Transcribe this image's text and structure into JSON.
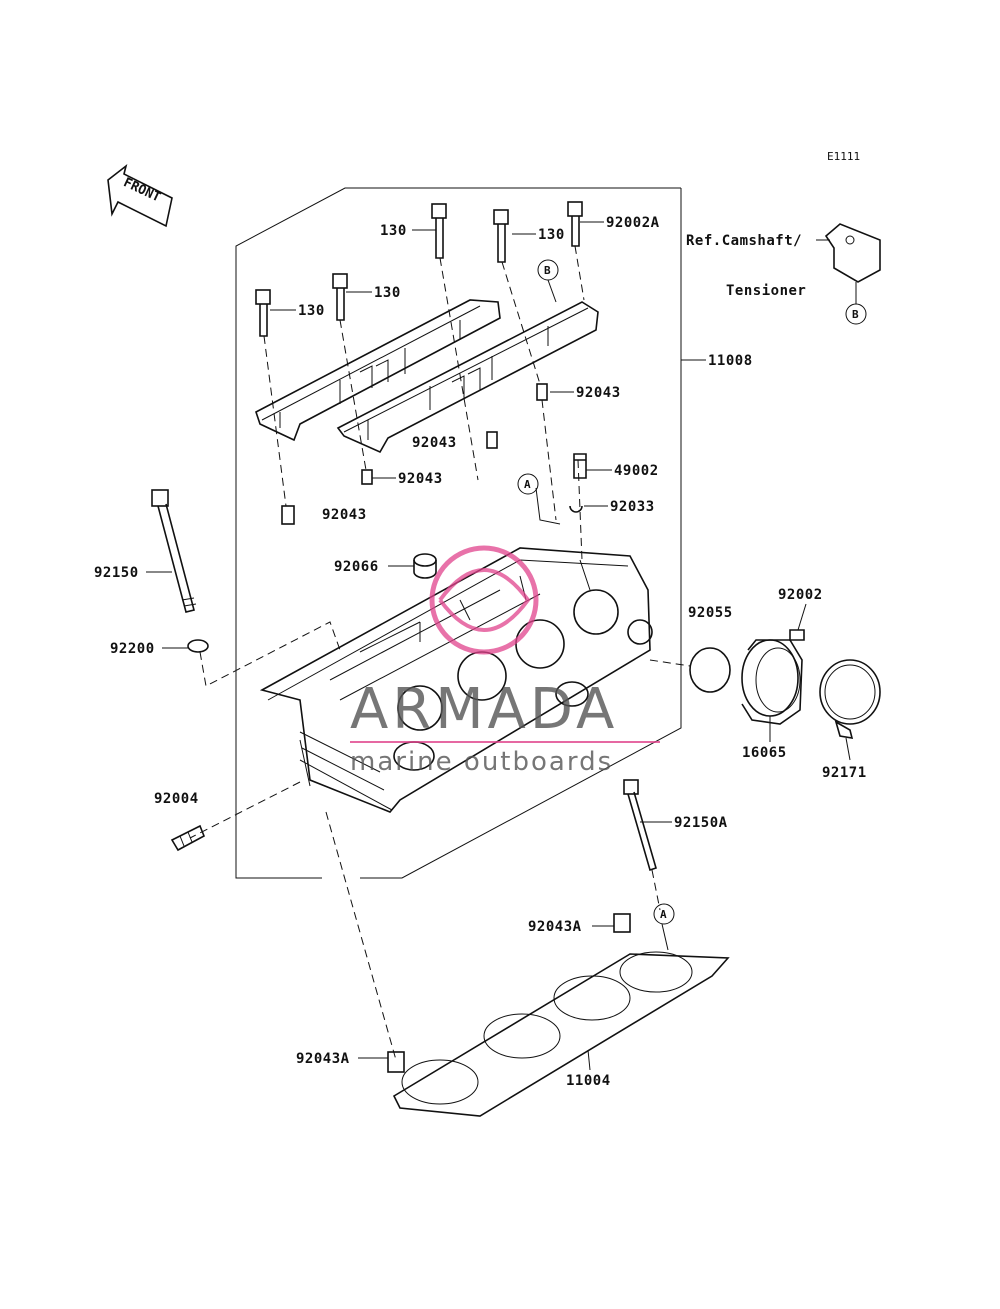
{
  "diagram_code": "E1111",
  "front_label": "FRONT",
  "ref_note_line1": "Ref.Camshaft/",
  "ref_note_line2": "Tensioner",
  "markers": {
    "a": "A",
    "b": "B"
  },
  "watermark": {
    "brand": "ARMADA",
    "tagline": "marine outboards",
    "accent_color": "#e0438c"
  },
  "parts": [
    "130",
    "130",
    "92002A",
    "130",
    "130",
    "11008",
    "92043",
    "92043",
    "92043",
    "92043",
    "49002",
    "92033",
    "92066",
    "92150",
    "92200",
    "92055",
    "92002",
    "16065",
    "92171",
    "92004",
    "92150A",
    "92043A",
    "92043A",
    "11004"
  ]
}
